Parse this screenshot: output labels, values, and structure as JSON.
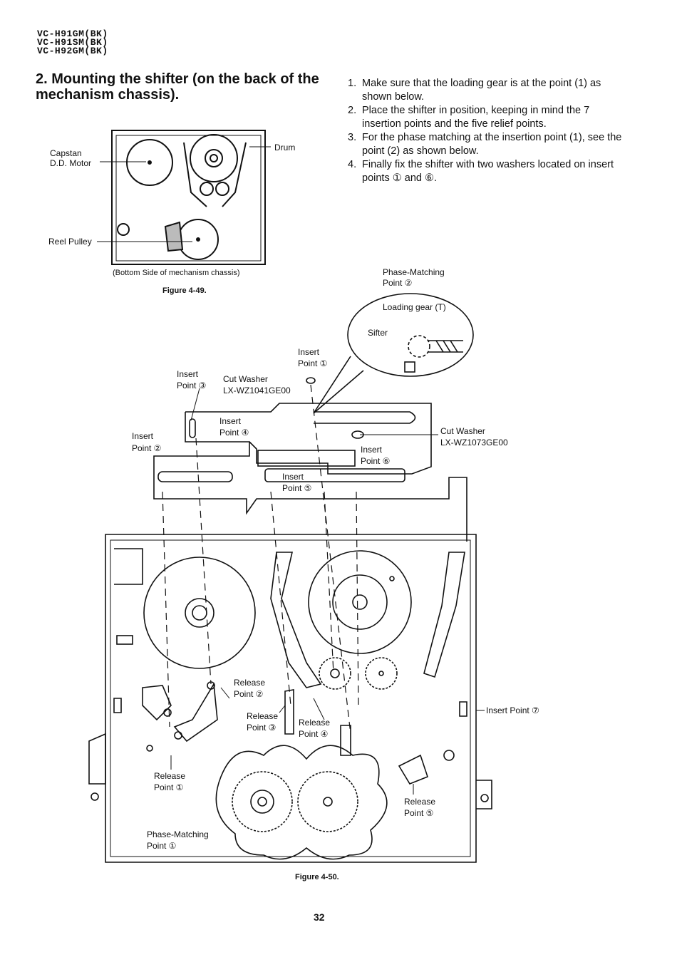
{
  "header": {
    "models": [
      "VC-H91GM(BK)",
      "VC-H91SM(BK)",
      "VC-H92GM(BK)"
    ]
  },
  "section": {
    "heading": "2. Mounting the shifter (on the back of the mechanism chassis)."
  },
  "steps": [
    {
      "num": "1.",
      "text": "Make sure that the loading gear is at the point (1) as shown below."
    },
    {
      "num": "2.",
      "text": "Place the shifter in position, keeping in mind the 7 insertion points and the five relief points."
    },
    {
      "num": "3.",
      "text": "For the phase matching at the insertion point (1), see the point (2) as shown below."
    },
    {
      "num": "4.",
      "text": "Finally fix the shifter with two washers located on insert points ① and ⑥."
    }
  ],
  "figure49": {
    "label_capstan": "Capstan",
    "label_dd_motor": "D.D. Motor",
    "label_drum": "Drum",
    "label_reel_pulley": "Reel Pulley",
    "caption_sub": "(Bottom Side of mechanism chassis)",
    "caption": "Figure 4-49."
  },
  "figure50": {
    "phase_matching_point2_a": "Phase-Matching",
    "phase_matching_point2_b": "Point ②",
    "loading_gear": "Loading gear (T)",
    "sifter": "Sifter",
    "insert_point1_a": "Insert",
    "insert_point1_b": "Point ①",
    "insert_point3_a": "Insert",
    "insert_point3_b": "Point ③",
    "cut_washer_1_a": "Cut Washer",
    "cut_washer_1_b": "LX-WZ1041GE00",
    "insert_point2_a": "Insert",
    "insert_point2_b": "Point ②",
    "insert_point4_a": "Insert",
    "insert_point4_b": "Point ④",
    "cut_washer_2_a": "Cut Washer",
    "cut_washer_2_b": "LX-WZ1073GE00",
    "insert_point6_a": "Insert",
    "insert_point6_b": "Point ⑥",
    "insert_point5_a": "Insert",
    "insert_point5_b": "Point ⑤",
    "release_point2_a": "Release",
    "release_point2_b": "Point ②",
    "release_point3_a": "Release",
    "release_point3_b": "Point ③",
    "release_point4_a": "Release",
    "release_point4_b": "Point ④",
    "insert_point7": "Insert Point ⑦",
    "release_point1_a": "Release",
    "release_point1_b": "Point ①",
    "release_point5_a": "Release",
    "release_point5_b": "Point ⑤",
    "phase_matching_point1_a": "Phase-Matching",
    "phase_matching_point1_b": "Point ①",
    "caption": "Figure 4-50."
  },
  "footer": {
    "page_number": "32"
  }
}
